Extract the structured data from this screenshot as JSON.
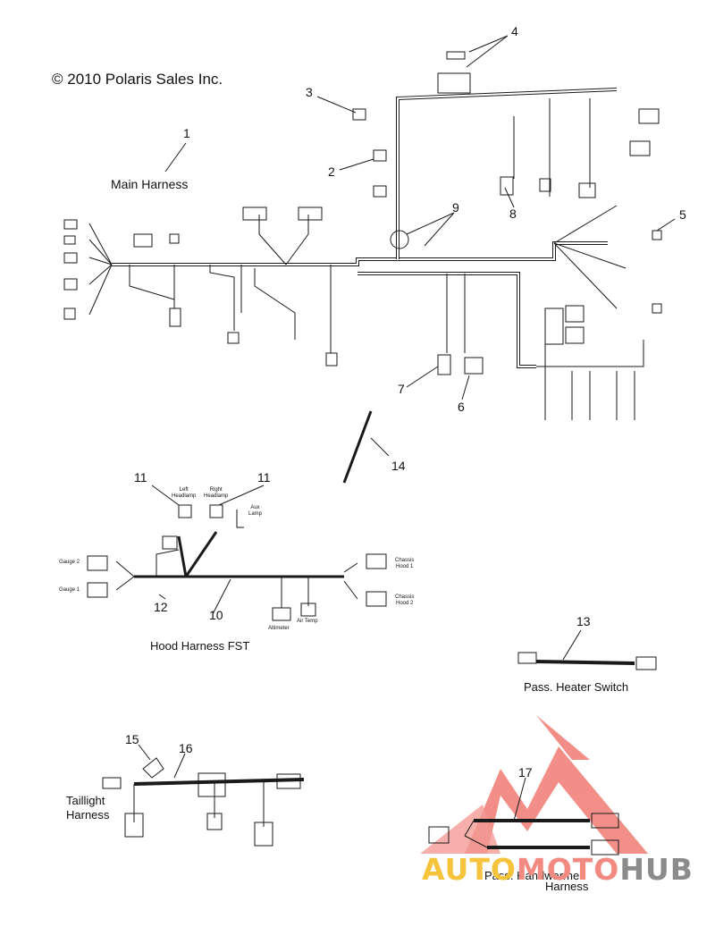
{
  "copyright": "© 2010 Polaris Sales Inc.",
  "captions": {
    "main_harness": "Main Harness",
    "hood_harness": "Hood Harness FST",
    "pass_heater": "Pass. Heater Switch",
    "taillight_line1": "Taillight",
    "taillight_line2": "Harness",
    "handwarmer_line1": "Pass. Handwarmer",
    "handwarmer_line2": "Harness"
  },
  "callouts": [
    "1",
    "2",
    "3",
    "4",
    "5",
    "6",
    "7",
    "8",
    "9",
    "10",
    "11",
    "11",
    "12",
    "13",
    "14",
    "15",
    "16",
    "17"
  ],
  "hood_labels": {
    "left_headlamp": "Left\nHeadlamp",
    "right_headlamp": "Right\nHeadlamp",
    "aux_lamp": "Aux\nLamp",
    "gauge_2": "Gauge 2",
    "gauge_1": "Gauge 1",
    "chassis_hood_1": "Chassis\nHood 1",
    "chassis_hood_2": "Chassis\nHood 2",
    "altimeter": "Altimeter",
    "air_temp": "Air Temp"
  },
  "watermark": {
    "part1": "AUTO",
    "part2": "MOTO",
    "part3": "HUB"
  },
  "colors": {
    "line": "#1a1a1a",
    "logo_red": "#f07b73",
    "logo_yellow": "#f6c33c",
    "logo_gray": "#8b8b8b"
  }
}
